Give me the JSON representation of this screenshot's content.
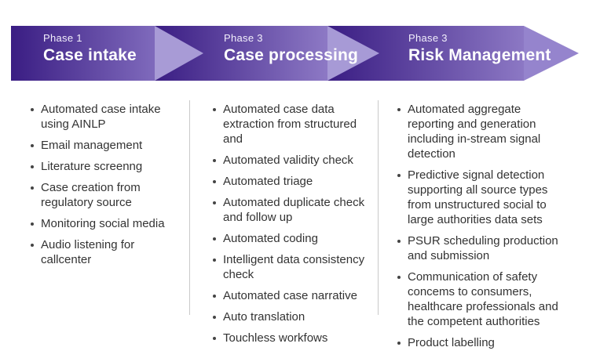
{
  "phases": [
    {
      "kicker": "Phase 1",
      "title": "Case intake",
      "items": [
        "Automated case intake using AINLP",
        "Email management",
        "Literature screenng",
        "Case creation from regulatory source",
        "Monitoring social media",
        "Audio listening for callcenter"
      ]
    },
    {
      "kicker": "Phase 3",
      "title": "Case processing",
      "items": [
        "Automated case data extraction from structured and",
        "Automated validity check",
        "Automated triage",
        "Automated duplicate check and follow up",
        "Automated coding",
        "Intelligent data consistency check",
        "Automated case narrative",
        "Auto translation",
        "Touchless workfows"
      ]
    },
    {
      "kicker": "Phase 3",
      "title": "Risk Management",
      "items": [
        "Automated aggregate reporting and generation including in-stream signal detection",
        "Predictive signal detection supporting all source types from unstructured social to large authorities data sets",
        "PSUR scheduling production and submission",
        "Communication of safety concems to consumers, healthcare professionals and the competent authorities",
        "Product labelling"
      ]
    }
  ],
  "colors": {
    "arrow_gradient_start": "#3a1d83",
    "arrow1_gradient_end": "#7f6abc",
    "arrow2_gradient_end": "#8d79c5",
    "arrow3_gradient_end": "#8c78c4",
    "arrow1_tip": "#a89bd6",
    "arrow2_tip": "#a79ad6",
    "arrow3_tip": "#9584cd",
    "phase_text": "#ffffff",
    "list_text": "#333333",
    "divider": "#c9c9c9"
  }
}
